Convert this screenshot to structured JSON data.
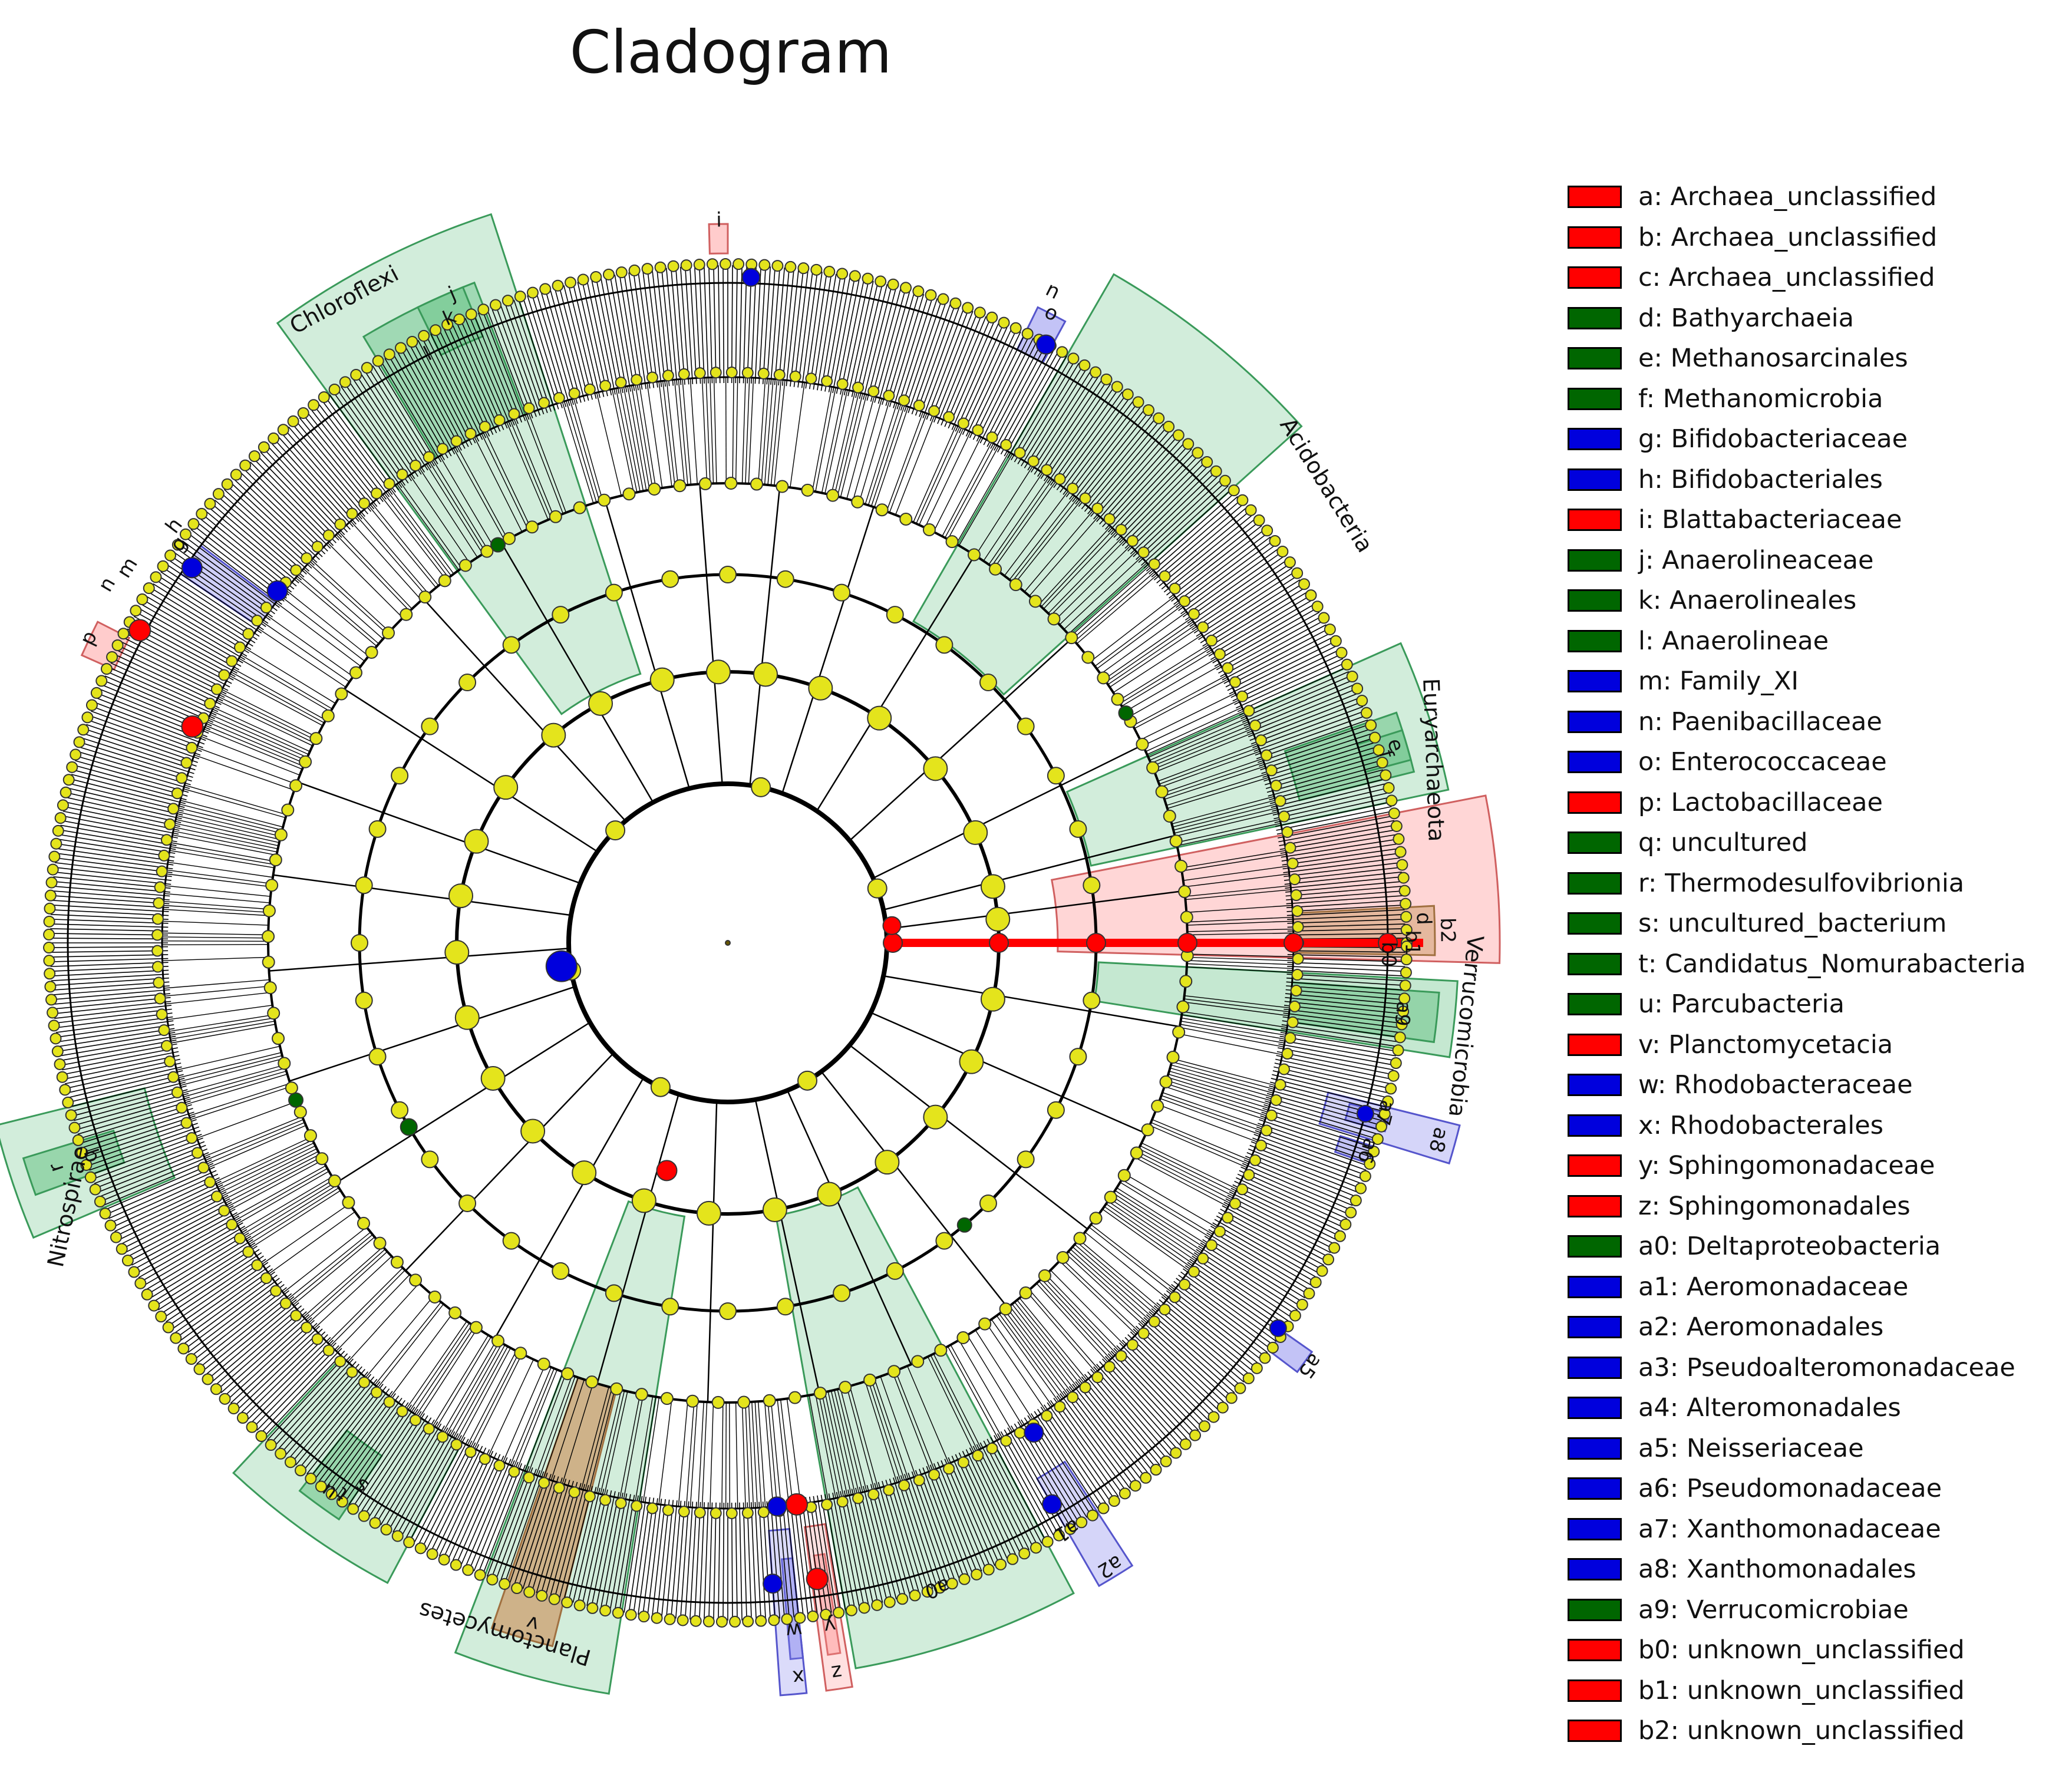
{
  "title": "Cladogram",
  "colors": {
    "red": "#ff0000",
    "green": "#006600",
    "blue": "#0000dd",
    "node": "#e4e41c",
    "shade_green": "#7fcc99",
    "shade_red": "#ff9999",
    "shade_blue": "#8888ee"
  },
  "clade_labels": {
    "chloroflexi": "Chloroflexi",
    "acidobacteria": "Acidobacteria",
    "euryarchaeota": "Euryarchaeota",
    "verrucomicrobia": "Verrucomicrobia",
    "nitrospirae": "Nitrospirae",
    "planctomycetes": "Planctomycetes"
  },
  "legend": [
    {
      "key": "a",
      "name": "Archaea_unclassified",
      "color": "red",
      "text": "a: Archaea_unclassified"
    },
    {
      "key": "b",
      "name": "Archaea_unclassified",
      "color": "red",
      "text": "b: Archaea_unclassified"
    },
    {
      "key": "c",
      "name": "Archaea_unclassified",
      "color": "red",
      "text": "c: Archaea_unclassified"
    },
    {
      "key": "d",
      "name": "Bathyarchaeia",
      "color": "green",
      "text": "d: Bathyarchaeia"
    },
    {
      "key": "e",
      "name": "Methanosarcinales",
      "color": "green",
      "text": "e: Methanosarcinales"
    },
    {
      "key": "f",
      "name": "Methanomicrobia",
      "color": "green",
      "text": "f: Methanomicrobia"
    },
    {
      "key": "g",
      "name": "Bifidobacteriaceae",
      "color": "blue",
      "text": "g: Bifidobacteriaceae"
    },
    {
      "key": "h",
      "name": "Bifidobacteriales",
      "color": "blue",
      "text": "h: Bifidobacteriales"
    },
    {
      "key": "i",
      "name": "Blattabacteriaceae",
      "color": "red",
      "text": "i: Blattabacteriaceae"
    },
    {
      "key": "j",
      "name": "Anaerolineaceae",
      "color": "green",
      "text": "j: Anaerolineaceae"
    },
    {
      "key": "k",
      "name": "Anaerolineales",
      "color": "green",
      "text": "k: Anaerolineales"
    },
    {
      "key": "l",
      "name": "Anaerolineae",
      "color": "green",
      "text": "l: Anaerolineae"
    },
    {
      "key": "m",
      "name": "Family_XI",
      "color": "blue",
      "text": "m: Family_XI"
    },
    {
      "key": "n",
      "name": "Paenibacillaceae",
      "color": "blue",
      "text": "n: Paenibacillaceae"
    },
    {
      "key": "o",
      "name": "Enterococcaceae",
      "color": "blue",
      "text": "o: Enterococcaceae"
    },
    {
      "key": "p",
      "name": "Lactobacillaceae",
      "color": "red",
      "text": "p: Lactobacillaceae"
    },
    {
      "key": "q",
      "name": "uncultured",
      "color": "green",
      "text": "q: uncultured"
    },
    {
      "key": "r",
      "name": "Thermodesulfovibrionia",
      "color": "green",
      "text": "r: Thermodesulfovibrionia"
    },
    {
      "key": "s",
      "name": "uncultured_bacterium",
      "color": "green",
      "text": "s: uncultured_bacterium"
    },
    {
      "key": "t",
      "name": "Candidatus_Nomurabacteria",
      "color": "green",
      "text": "t: Candidatus_Nomurabacteria"
    },
    {
      "key": "u",
      "name": "Parcubacteria",
      "color": "green",
      "text": "u: Parcubacteria"
    },
    {
      "key": "v",
      "name": "Planctomycetacia",
      "color": "red",
      "text": "v: Planctomycetacia"
    },
    {
      "key": "w",
      "name": "Rhodobacteraceae",
      "color": "blue",
      "text": "w: Rhodobacteraceae"
    },
    {
      "key": "x",
      "name": "Rhodobacterales",
      "color": "blue",
      "text": "x: Rhodobacterales"
    },
    {
      "key": "y",
      "name": "Sphingomonadaceae",
      "color": "red",
      "text": "y: Sphingomonadaceae"
    },
    {
      "key": "z",
      "name": "Sphingomonadales",
      "color": "red",
      "text": "z: Sphingomonadales"
    },
    {
      "key": "a0",
      "name": "Deltaproteobacteria",
      "color": "green",
      "text": "a0: Deltaproteobacteria"
    },
    {
      "key": "a1",
      "name": "Aeromonadaceae",
      "color": "blue",
      "text": "a1: Aeromonadaceae"
    },
    {
      "key": "a2",
      "name": "Aeromonadales",
      "color": "blue",
      "text": "a2: Aeromonadales"
    },
    {
      "key": "a3",
      "name": "Pseudoalteromonadaceae",
      "color": "blue",
      "text": "a3: Pseudoalteromonadaceae"
    },
    {
      "key": "a4",
      "name": "Alteromonadales",
      "color": "blue",
      "text": "a4: Alteromonadales"
    },
    {
      "key": "a5",
      "name": "Neisseriaceae",
      "color": "blue",
      "text": "a5: Neisseriaceae"
    },
    {
      "key": "a6",
      "name": "Pseudomonadaceae",
      "color": "blue",
      "text": "a6: Pseudomonadaceae"
    },
    {
      "key": "a7",
      "name": "Xanthomonadaceae",
      "color": "blue",
      "text": "a7: Xanthomonadaceae"
    },
    {
      "key": "a8",
      "name": "Xanthomonadales",
      "color": "blue",
      "text": "a8: Xanthomonadales"
    },
    {
      "key": "a9",
      "name": "Verrucomicrobiae",
      "color": "green",
      "text": "a9: Verrucomicrobiae"
    },
    {
      "key": "b0",
      "name": "unknown_unclassified",
      "color": "red",
      "text": "b0: unknown_unclassified"
    },
    {
      "key": "b1",
      "name": "unknown_unclassified",
      "color": "red",
      "text": "b1: unknown_unclassified"
    },
    {
      "key": "b2",
      "name": "unknown_unclassified",
      "color": "red",
      "text": "b2: unknown_unclassified"
    }
  ]
}
